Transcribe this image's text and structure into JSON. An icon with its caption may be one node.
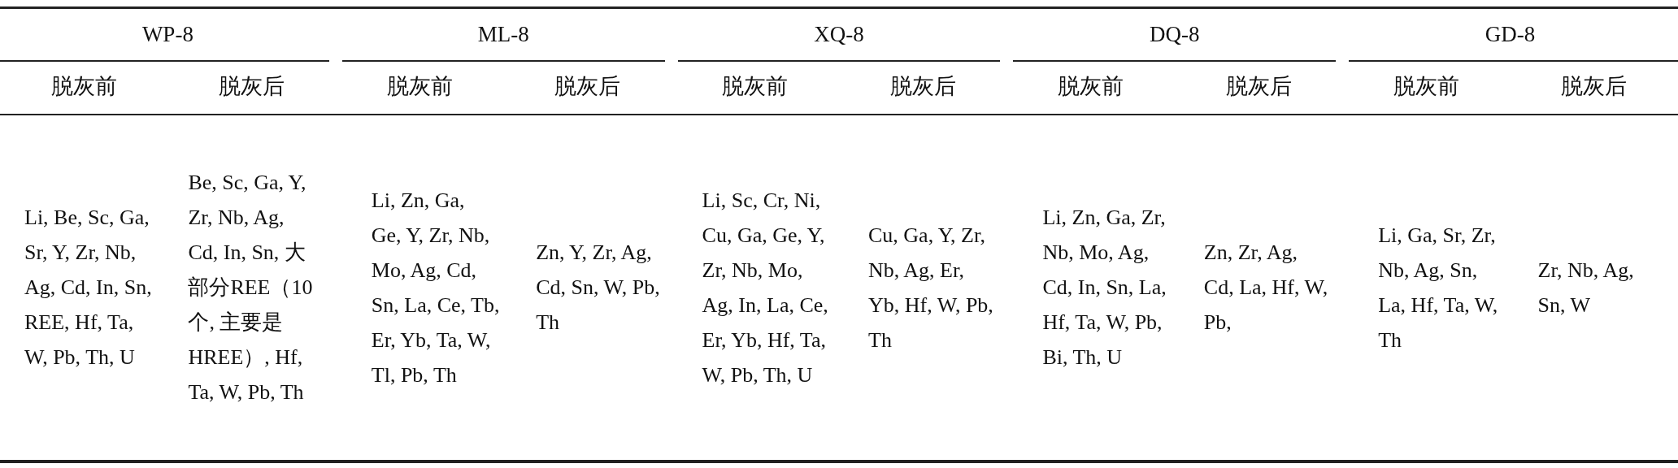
{
  "diagram": {
    "labels": [
      "WP-8",
      "ML-8",
      "XQ-8",
      "DQ-8",
      "GD-8",
      "脱灰前",
      "脱灰后",
      "脱灰前",
      "脱灰后",
      "脱灰前",
      "脱灰后",
      "脱灰前",
      "脱灰后",
      "脱灰前",
      "脱灰后",
      "Li, Be, Sc, Ga, Sr, Y, Zr, Nb, Ag, Cd, In, Sn, REE, Hf, Ta, W, Pb, Th, U",
      "Be, Sc, Ga, Y, Zr, Nb, Ag, Cd, In, Sn, 大部分REE（10个, 主要是HREE）, Hf, Ta, W, Pb, Th",
      "Li, Zn, Ga, Ge, Y, Zr, Nb, Mo, Ag, Cd, Sn, La, Ce, Tb, Er, Yb, Ta, W, Tl, Pb, Th",
      "Zn, Y, Zr, Ag, Cd, Sn, W, Pb, Th",
      "Li, Sc, Cr, Ni, Cu, Ga, Ge, Y, Zr, Nb, Mo, Ag, In, La, Ce, Er, Yb, Hf, Ta, W, Pb, Th, U",
      "Cu, Ga, Y, Zr, Nb, Ag, Er, Yb, Hf, W, Pb, Th",
      "Li, Zn, Ga, Zr, Nb, Mo, Ag, Cd, In, Sn, La, Hf, Ta, W, Pb, Bi, Th, U",
      "Zn, Zr, Ag, Cd, La, Hf, W, Pb,",
      "Li, Ga, Sr, Zr, Nb, Ag, Sn, La, Hf, Ta, W, Th",
      "Zr, Nb, Ag, Sn, W"
    ]
  }
}
